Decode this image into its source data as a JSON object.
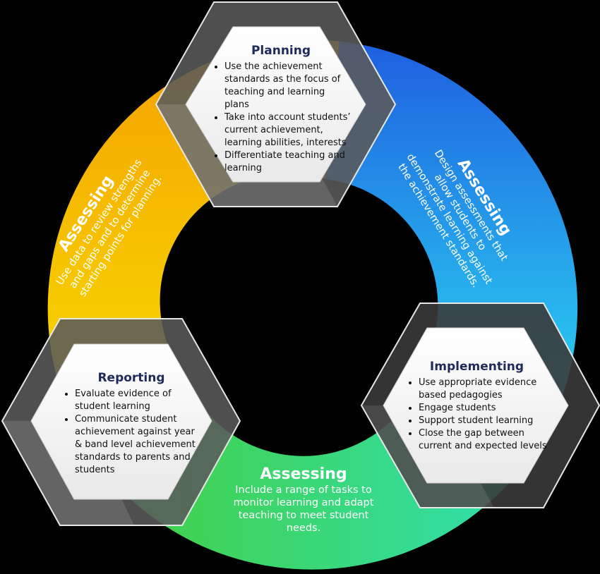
{
  "colors": {
    "background": "#000000",
    "planning_segment": "#f5a300",
    "assessing_blue": "#1e7ae8",
    "assessing_cyan": "#2bd3f0",
    "assessing_green": "#3ccf5a",
    "reporting_yellow": "#f5d200",
    "title_navy": "#1f2a5c"
  },
  "stages": {
    "planning": {
      "title": "Planning",
      "items": [
        "Use the achievement standards as the focus of teaching and learning plans",
        "Take into account students’ current achievement, learning abilities, interests",
        "Differentiate teaching and learning"
      ]
    },
    "implementing": {
      "title": "Implementing",
      "items": [
        "Use appropriate evidence based pedagogies",
        "Engage students",
        "Support student learning",
        "Close the gap between current and expected levels"
      ]
    },
    "reporting": {
      "title": "Reporting",
      "items": [
        "Evaluate evidence of student learning",
        "Communicate student achievement against year & band level achievement standards to parents and students"
      ]
    }
  },
  "assessing": {
    "left": {
      "title": "Assessing",
      "desc": "Use data to review strengths and gaps and to determine starting points for planning."
    },
    "right": {
      "title": "Assessing",
      "desc": "Design assessments that allow students to demonstrate learning against the achievement standards."
    },
    "bottom": {
      "title": "Assessing",
      "desc": "Include a range of tasks to monitor learning and adapt teaching to meet student needs."
    }
  }
}
